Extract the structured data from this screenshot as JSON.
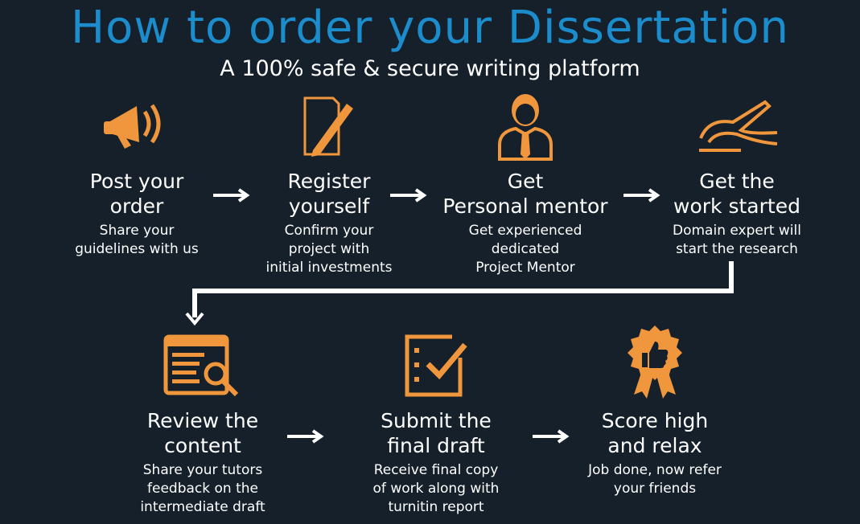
{
  "title": "How to order your Dissertation",
  "subtitle": "A 100% safe & secure writing platform",
  "steps": [
    {
      "h1": "Post your",
      "h2": "order",
      "d": [
        "Share your",
        "guidelines with us"
      ],
      "icon": "megaphone-icon"
    },
    {
      "h1": "Register",
      "h2": "yourself",
      "d": [
        "Confirm your",
        "project with",
        "initial investments"
      ],
      "icon": "document-pen-icon"
    },
    {
      "h1": "Get",
      "h2": "Personal mentor",
      "d": [
        "Get experienced",
        "dedicated",
        "Project Mentor"
      ],
      "icon": "mentor-icon"
    },
    {
      "h1": "Get the",
      "h2": "work started",
      "d": [
        "Domain expert will",
        "start the research"
      ],
      "icon": "writing-hand-icon"
    },
    {
      "h1": "Review the",
      "h2": "content",
      "d": [
        "Share your tutors",
        "feedback on the",
        "intermediate draft"
      ],
      "icon": "review-search-icon"
    },
    {
      "h1": "Submit the",
      "h2": "final draft",
      "d": [
        "Receive final copy",
        "of work along with",
        "turnitin report"
      ],
      "icon": "checklist-icon"
    },
    {
      "h1": "Score high",
      "h2": "and relax",
      "d": [
        "Job done, now refer",
        "your friends"
      ],
      "icon": "award-thumbs-up-icon"
    }
  ],
  "colors": {
    "accent": "#f0963c",
    "title": "#1b8ccc",
    "background": "#15202a"
  }
}
